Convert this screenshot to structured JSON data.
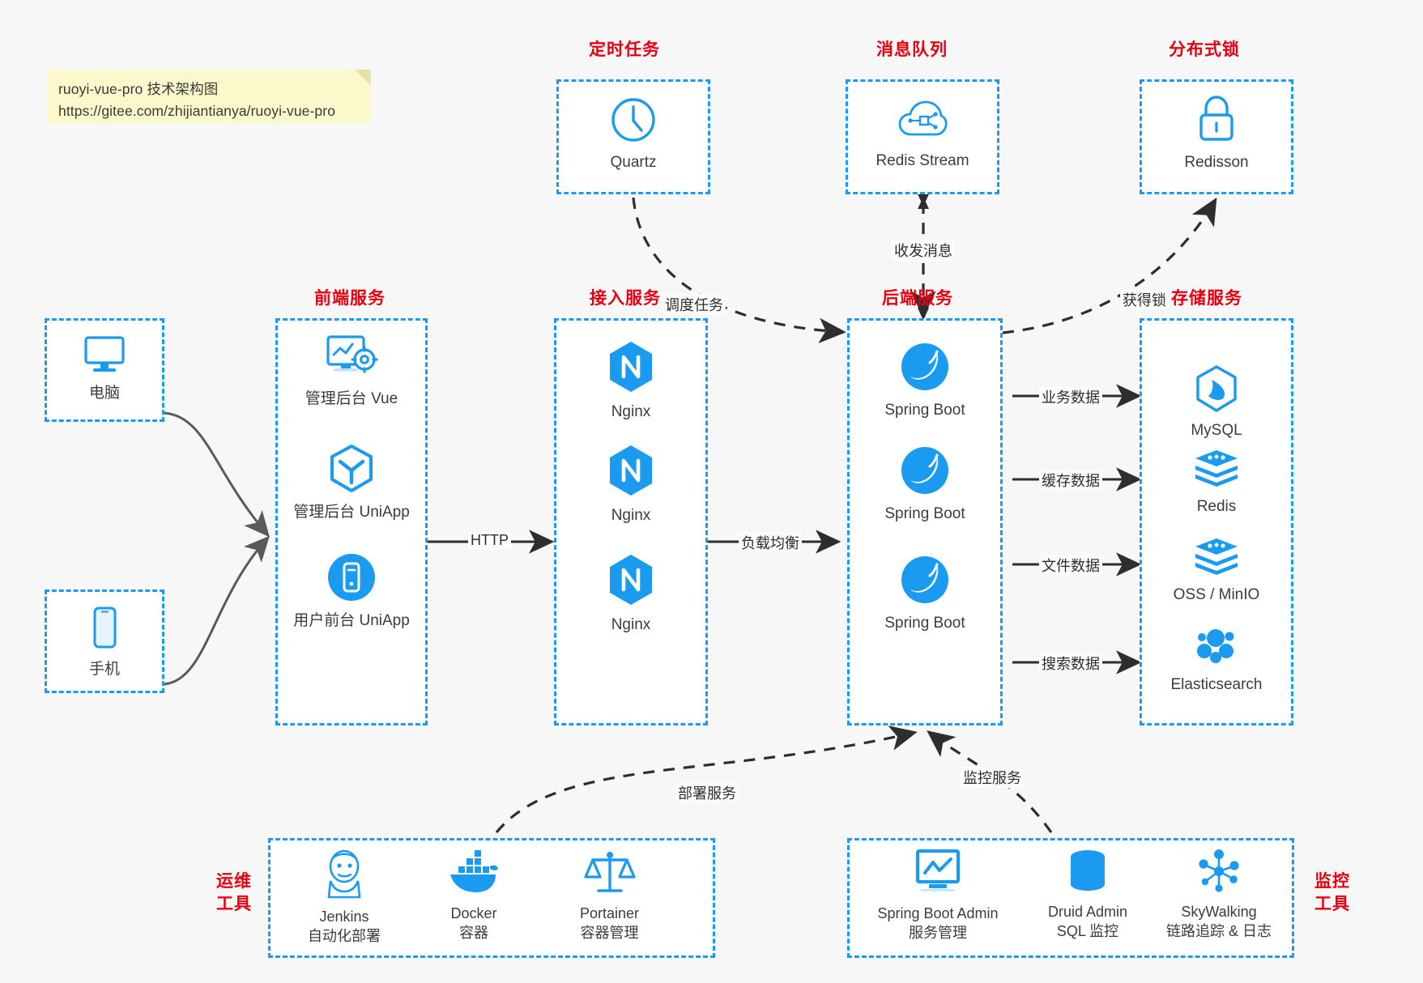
{
  "note": {
    "line1": "ruoyi-vue-pro 技术架构图",
    "line2": "https://gitee.com/zhijiantianya/ruoyi-vue-pro"
  },
  "colors": {
    "accent": "#1a9bf0",
    "title_red": "#e60012",
    "note_bg": "#fbf8cc",
    "canvas": "#f7f7f7",
    "edge": "#2e2e2e",
    "client_edge": "#5a5a5a"
  },
  "groups": {
    "scheduler": {
      "title": "定时任务",
      "nodes": [
        {
          "icon": "clock-icon",
          "label": "Quartz"
        }
      ]
    },
    "mq": {
      "title": "消息队列",
      "nodes": [
        {
          "icon": "cloud-stream-icon",
          "label": "Redis Stream"
        }
      ]
    },
    "lock": {
      "title": "分布式锁",
      "nodes": [
        {
          "icon": "lock-icon",
          "label": "Redisson"
        }
      ]
    },
    "clients": {
      "nodes": [
        {
          "icon": "desktop-icon",
          "label": "电脑"
        },
        {
          "icon": "phone-icon",
          "label": "手机"
        }
      ]
    },
    "frontend": {
      "title": "前端服务",
      "nodes": [
        {
          "icon": "dashboard-vue-icon",
          "label": "管理后台 Vue"
        },
        {
          "icon": "cube-uniapp-icon",
          "label": "管理后台 UniApp"
        },
        {
          "icon": "mobile-app-icon",
          "label": "用户前台 UniApp"
        }
      ]
    },
    "gateway": {
      "title": "接入服务",
      "nodes": [
        {
          "icon": "nginx-icon",
          "label": "Nginx"
        },
        {
          "icon": "nginx-icon",
          "label": "Nginx"
        },
        {
          "icon": "nginx-icon",
          "label": "Nginx"
        }
      ]
    },
    "backend": {
      "title": "后端服务",
      "nodes": [
        {
          "icon": "spring-boot-icon",
          "label": "Spring Boot"
        },
        {
          "icon": "spring-boot-icon",
          "label": "Spring Boot"
        },
        {
          "icon": "spring-boot-icon",
          "label": "Spring Boot"
        }
      ]
    },
    "storage": {
      "title": "存储服务",
      "nodes": [
        {
          "icon": "mysql-icon",
          "label": "MySQL"
        },
        {
          "icon": "redis-icon",
          "label": "Redis"
        },
        {
          "icon": "oss-icon",
          "label": "OSS / MinIO"
        },
        {
          "icon": "elasticsearch-icon",
          "label": "Elasticsearch"
        }
      ]
    },
    "devops": {
      "title_line1": "运维",
      "title_line2": "工具",
      "nodes": [
        {
          "icon": "jenkins-icon",
          "label": "Jenkins",
          "sub": "自动化部署"
        },
        {
          "icon": "docker-icon",
          "label": "Docker",
          "sub": "容器"
        },
        {
          "icon": "portainer-icon",
          "label": "Portainer",
          "sub": "容器管理"
        }
      ]
    },
    "monitoring": {
      "title_line1": "监控",
      "title_line2": "工具",
      "nodes": [
        {
          "icon": "spring-boot-admin-icon",
          "label": "Spring Boot Admin",
          "sub": "服务管理"
        },
        {
          "icon": "druid-db-icon",
          "label": "Druid Admin",
          "sub": "SQL 监控"
        },
        {
          "icon": "skywalking-icon",
          "label": "SkyWalking",
          "sub": "链路追踪 & 日志"
        }
      ]
    }
  },
  "edges": [
    {
      "id": "edge-http",
      "label": "HTTP"
    },
    {
      "id": "edge-loadbalance",
      "label": "负载均衡"
    },
    {
      "id": "edge-schedule-task",
      "label": "调度任务"
    },
    {
      "id": "edge-send-receive-message",
      "label": "收发消息"
    },
    {
      "id": "edge-acquire-lock",
      "label": "获得锁"
    },
    {
      "id": "edge-business-data",
      "label": "业务数据"
    },
    {
      "id": "edge-cache-data",
      "label": "缓存数据"
    },
    {
      "id": "edge-file-data",
      "label": "文件数据"
    },
    {
      "id": "edge-search-data",
      "label": "搜索数据"
    },
    {
      "id": "edge-deploy-service",
      "label": "部署服务"
    },
    {
      "id": "edge-monitor-service",
      "label": "监控服务"
    }
  ]
}
